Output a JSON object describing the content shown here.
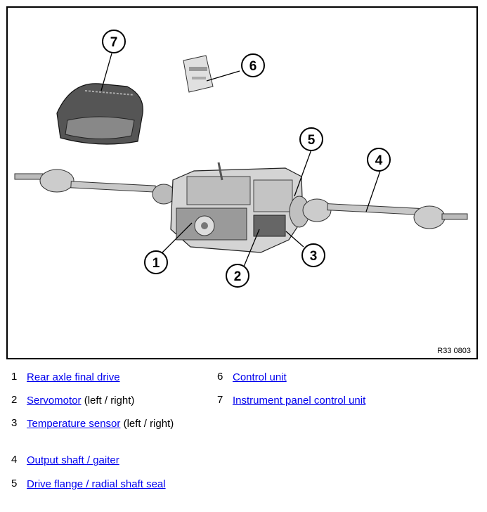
{
  "figure": {
    "code": "R33 0803",
    "callouts": [
      "1",
      "2",
      "3",
      "4",
      "5",
      "6",
      "7"
    ]
  },
  "legend": [
    {
      "num": "1",
      "link": "Rear axle final drive",
      "suffix": ""
    },
    {
      "num": "2",
      "link": "Servomotor",
      "suffix": " (left / right)"
    },
    {
      "num": "3",
      "link": "Temperature sensor",
      "suffix": " (left / right)"
    },
    {
      "num": "4",
      "link": "Output shaft / gaiter",
      "suffix": ""
    },
    {
      "num": "5",
      "link": "Drive flange / radial shaft seal",
      "suffix": ""
    },
    {
      "num": "6",
      "link": "Control unit",
      "suffix": ""
    },
    {
      "num": "7",
      "link": "Instrument panel control unit",
      "suffix": ""
    }
  ],
  "colors": {
    "link": "#0000ee",
    "border": "#000000"
  }
}
